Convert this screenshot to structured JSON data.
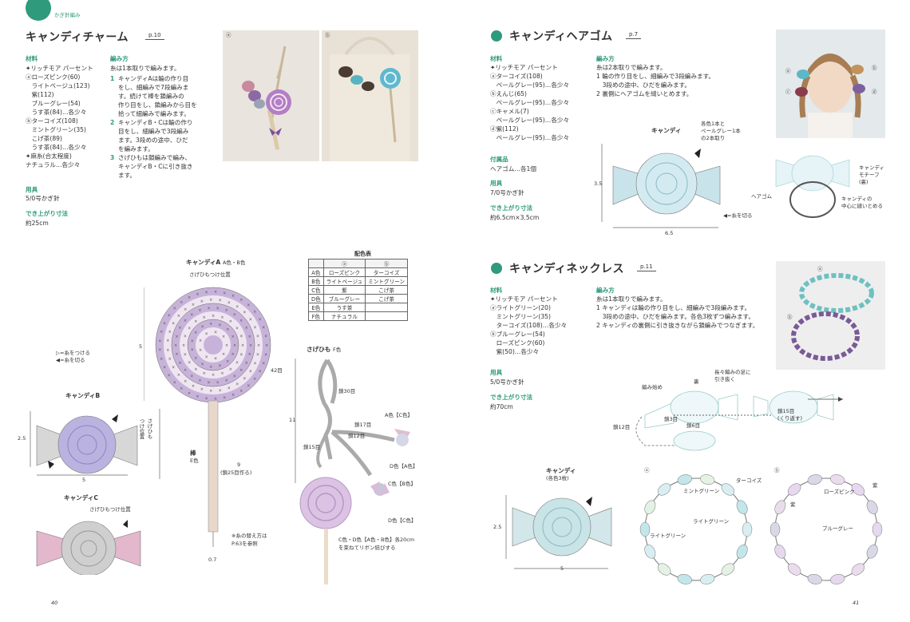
{
  "left": {
    "tab": "かぎ針編み",
    "title": "キャンディチャーム",
    "page_ref": "p.10",
    "materials": {
      "heading": "材料",
      "lines": [
        "✦リッチモア パーセント",
        "ⓐローズピンク(60)",
        "　ライトベージュ(123)",
        "　紫(112)",
        "　ブルーグレー(54)",
        "　うす茶(84)…各少々",
        "ⓑターコイズ(108)",
        "　ミントグリーン(35)",
        "　こげ茶(89)",
        "　うす茶(84)…各少々",
        "✦麻糸(合太程度)",
        "ナチュラル…各少々"
      ]
    },
    "tools": {
      "heading": "用具",
      "value": "5/0号かぎ針"
    },
    "size": {
      "heading": "でき上がり寸法",
      "value": "約25cm"
    },
    "method": {
      "heading": "編み方",
      "intro": "糸は1本取りで編みます。",
      "steps": [
        {
          "n": "1",
          "lines": [
            "キャンディAは輪の作り目",
            "をし、細編みで7段編みま",
            "す。続けて棒を鎖編みの",
            "作り目をし、鎖編みから目を",
            "拾って細編みで編みます。"
          ]
        },
        {
          "n": "2",
          "lines": [
            "キャンディB・Cは輪の作り",
            "目をし、細編みで3段編み",
            "ます。3段めの途中、ひだ",
            "を編みます。"
          ]
        },
        {
          "n": "3",
          "lines": [
            "さげひもは鎖編みで編み、",
            "キャンディB・Cに引き抜き",
            "ます。"
          ]
        }
      ]
    },
    "photo_labels": [
      "ⓐ",
      "ⓑ"
    ],
    "color_table": {
      "title": "配色表",
      "header": [
        "",
        "ⓐ",
        "ⓑ"
      ],
      "rows": [
        [
          "A色",
          "ローズピンク",
          "ターコイズ"
        ],
        [
          "B色",
          "ライトベージュ",
          "ミントグリーン"
        ],
        [
          "C色",
          "紫",
          "こげ茶"
        ],
        [
          "D色",
          "ブルーグレー",
          "こげ茶"
        ],
        [
          "E色",
          "うす茶",
          ""
        ],
        [
          "F色",
          "ナチュラル",
          ""
        ]
      ]
    },
    "candy_a": {
      "label": "キャンディA",
      "sub": "A色・B色",
      "attach": "さげひもつけ位置",
      "dim_h": "5",
      "rows": "42目"
    },
    "stick": {
      "label": "棒",
      "color": "E色",
      "count": "9",
      "note": "(鎖25目作る)",
      "dim": "0.7",
      "ref": "※糸の替え方は",
      "ref2": "P.63を参照"
    },
    "legend": {
      "attach": "=糸をつける",
      "cut": "=糸を切る"
    },
    "candy_b": {
      "label": "キャンディB",
      "dim_h": "2.5",
      "dim_w": "5",
      "attach": "さげひも",
      "attach2": "つけ位置"
    },
    "candy_c": {
      "label": "キャンディC",
      "attach": "さげひもつけ位置"
    },
    "strap": {
      "label": "さげひも",
      "color": "F色",
      "dim": "11",
      "chain30": "鎖30目",
      "chain17": "鎖17目",
      "chain15": "鎖15目",
      "chain12": "鎖12目",
      "ac": "A色【C色】",
      "db": "D色【A色】",
      "cb": "C色【B色】",
      "dc": "D色【C色】",
      "note1": "C色・D色【A色・B色】各20cm",
      "note2": "を束ねてリボン結びする"
    },
    "page_number": "40"
  },
  "right": {
    "section1": {
      "title": "キャンディヘアゴム",
      "page_ref": "p.7",
      "materials_heading": "材料",
      "materials": [
        "✦リッチモア パーセント",
        "ⓐターコイズ(108)",
        "　ペールグレー(95)…各少々",
        "ⓑえんじ(65)",
        "　ペールグレー(95)…各少々",
        "ⓒキャメル(7)",
        "　ペールグレー(95)…各少々",
        "ⓓ紫(112)",
        "　ペールグレー(95)…各少々"
      ],
      "parts_heading": "付属品",
      "parts": "ヘアゴム…各1個",
      "tools_heading": "用具",
      "tools": "7/0号かぎ針",
      "size_heading": "でき上がり寸法",
      "size": "約6.5cm×3.5cm",
      "method_heading": "編み方",
      "method": [
        "糸は2本取りで編みます。",
        "1 輪の作り目をし、細編みで3段編みます。",
        "　3段めの途中、ひだを編みます。",
        "2 裏側にヘアゴムを縫いとめます。"
      ],
      "candy_label": "キャンディ",
      "thread_note": [
        "各色1本と",
        "ペールグレー1本",
        "の2本取り"
      ],
      "dim_h": "3.5",
      "dim_w": "6.5",
      "cut": "=糸を切る",
      "motif": [
        "キャンディ",
        "モチーフ",
        "(裏)"
      ],
      "hairtie": "ヘアゴム",
      "sew": [
        "キャンディの",
        "中心に縫いとめる"
      ],
      "photo_labels": [
        "ⓐ",
        "ⓑ",
        "ⓒ",
        "ⓓ"
      ]
    },
    "section2": {
      "title": "キャンディネックレス",
      "page_ref": "p.11",
      "materials_heading": "材料",
      "materials": [
        "✦リッチモア パーセント",
        "ⓐライトグリーン(20)",
        "　ミントグリーン(35)",
        "　ターコイズ(108)…各少々",
        "ⓑブルーグレー(54)",
        "　ローズピンク(60)",
        "　紫(50)…各少々"
      ],
      "tools_heading": "用具",
      "tools": "5/0号かぎ針",
      "size_heading": "でき上がり寸法",
      "size": "約70cm",
      "method_heading": "編み方",
      "method": [
        "糸は1本取りで編みます。",
        "1 キャンディは輪の作り目をし、細編みで3段編みます。",
        "　3段めの途中、ひだを編みます。各色3枚ずつ編みます。",
        "2 キャンディの裏側に引き抜きながら鎖編みでつなぎます。"
      ],
      "join": {
        "start": "編み始め",
        "back": "裏",
        "pull": [
          "長々編みの足に",
          "引き抜く"
        ],
        "c15": [
          "鎖15目",
          "(くり返す)"
        ],
        "c3": "鎖3目",
        "c6": "鎖6目",
        "c12": "鎖12目"
      },
      "candy_label": "キャンディ",
      "candy_sub": "(各色3枚)",
      "dim_h": "2.5",
      "dim_w": "5",
      "ring_a": {
        "tag": "ⓐ",
        "labels": [
          "ミントグリーン",
          "ターコイズ",
          "ライトグリーン",
          "ライトグリーン"
        ]
      },
      "ring_b": {
        "tag": "ⓑ",
        "labels": [
          "紫",
          "ローズピンク",
          "紫",
          "ブルーグレー"
        ]
      },
      "photo_labels": [
        "ⓐ",
        "ⓑ"
      ]
    },
    "page_number": "41"
  }
}
